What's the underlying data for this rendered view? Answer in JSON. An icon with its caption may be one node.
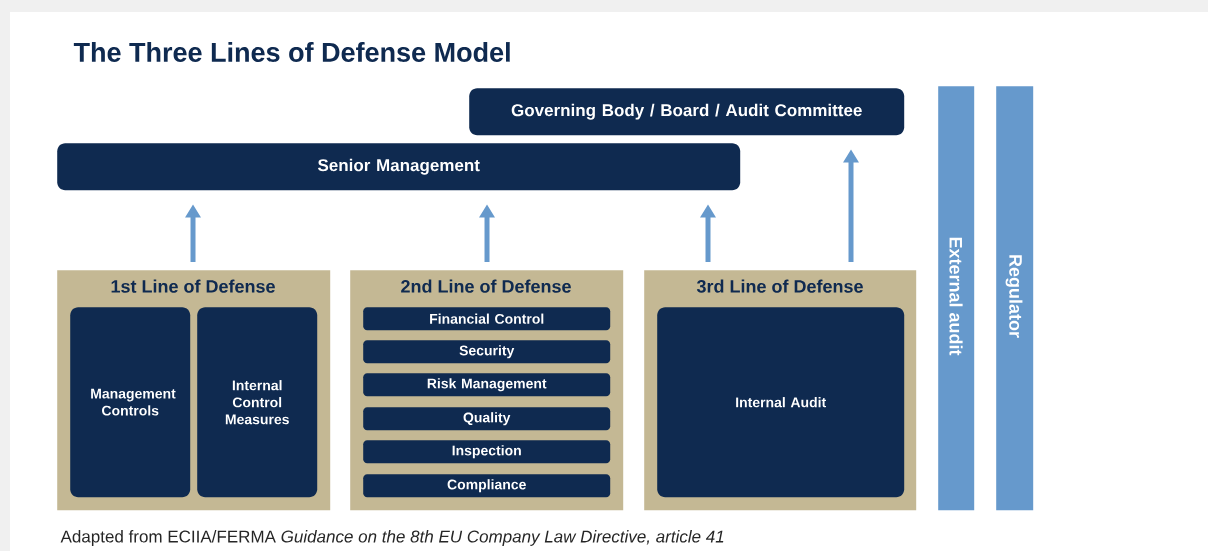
{
  "diagram": {
    "title": "The Three Lines of Defense Model",
    "caption": "Adapted from ECIIA/FERMA *Guidance on the 8th EU Company Law Directive, article 41*",
    "nodes": [
      {
        "text": [
          "Governing Body / Board / Audit Committee"
        ]
      },
      {
        "text": [
          "Senior Management"
        ]
      },
      {
        "text": [
          "1st Line of Defense"
        ]
      },
      {
        "text": [
          "Management Controls"
        ],
        "in": 2
      },
      {
        "text": [
          "Internal Control Measures"
        ],
        "in": 2
      },
      {
        "text": [
          "2nd Line of Defense"
        ]
      },
      {
        "text": [
          "Financial Control"
        ],
        "in": 5
      },
      {
        "text": [
          "Security"
        ],
        "in": 5
      },
      {
        "text": [
          "Risk Management"
        ],
        "in": 5
      },
      {
        "text": [
          "Quality"
        ],
        "in": 5
      },
      {
        "text": [
          "Inspection"
        ],
        "in": 5
      },
      {
        "text": [
          "Compliance"
        ],
        "in": 5
      },
      {
        "text": [
          "3rd Line of Defense"
        ]
      },
      {
        "text": [
          "Internal Audit"
        ],
        "in": 12
      },
      {
        "text": [
          "External audit"
        ]
      },
      {
        "text": [
          "Regulator"
        ]
      }
    ],
    "edges": [
      {
        "from": 2,
        "to": 1,
        "arrow": "to"
      },
      {
        "from": 5,
        "to": 1,
        "arrow": "to"
      },
      {
        "from": 12,
        "to": 1,
        "arrow": "to"
      },
      {
        "from": 12,
        "to": 0,
        "arrow": "to"
      }
    ]
  }
}
